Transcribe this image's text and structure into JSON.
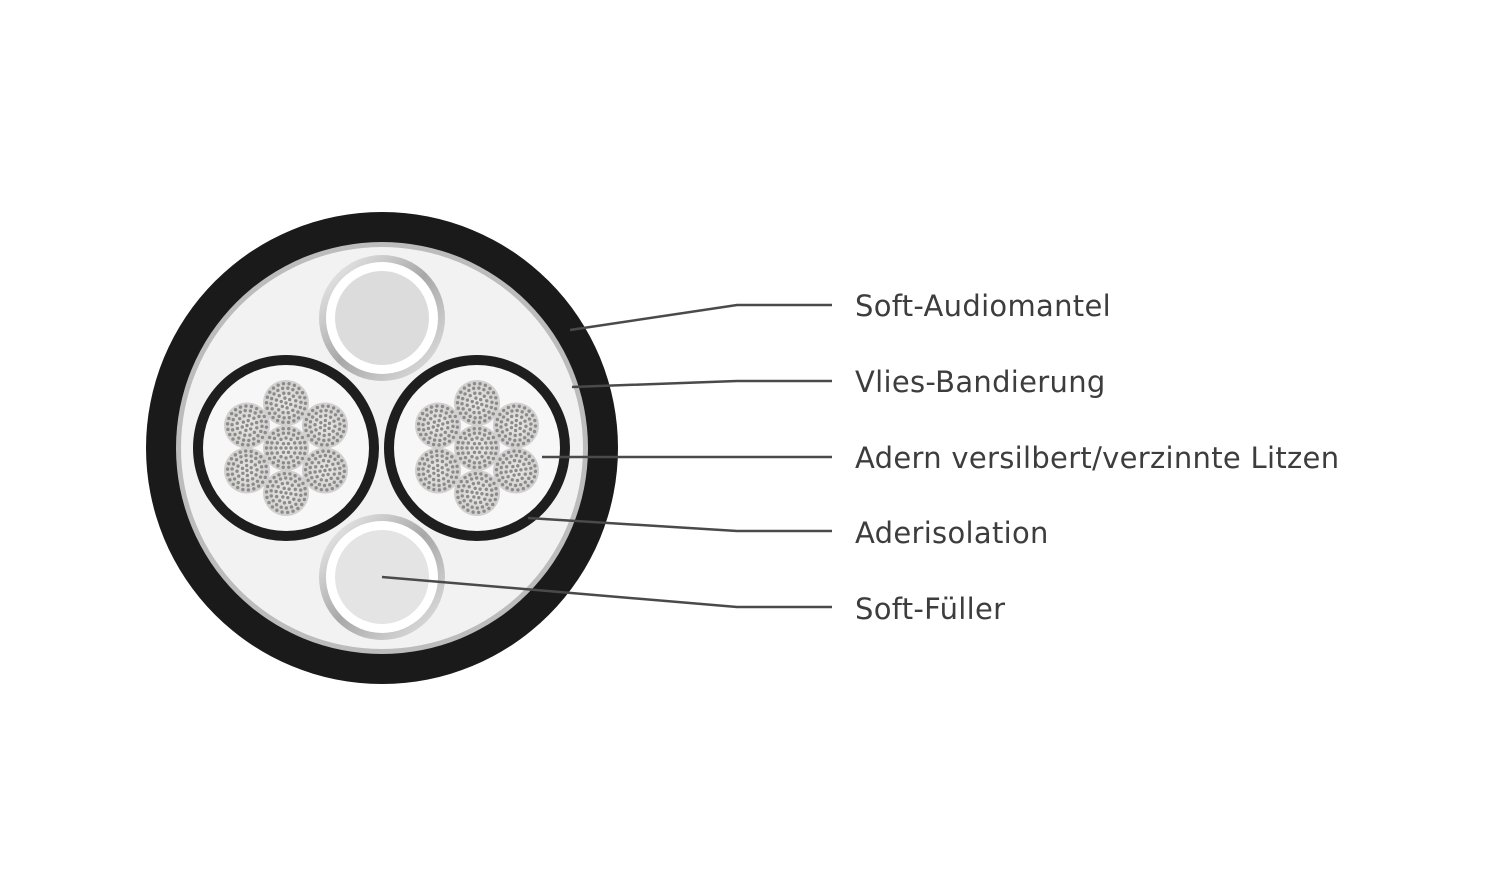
{
  "colors": {
    "jacket": "#1a1a1a",
    "fleece": "#c8c8c8",
    "interior": "#f3f3f3",
    "core_insulation": "#1e1e1e",
    "filler": "#dcdcdc",
    "filler_ring": "#bdbdbd",
    "strand_wire": "#8e8a86",
    "label_text": "#3d3d3d",
    "leader_line": "#4a4a4a"
  },
  "labels": [
    {
      "id": "soft-audiomantel",
      "text": "Soft-Audiomantel"
    },
    {
      "id": "vlies-bandierung",
      "text": "Vlies-Bandierung"
    },
    {
      "id": "adern-litzen",
      "text": "Adern versilbert/verzinnte Litzen"
    },
    {
      "id": "aderisolation",
      "text": "Aderisolation"
    },
    {
      "id": "soft-fueller",
      "text": "Soft-Füller"
    }
  ]
}
